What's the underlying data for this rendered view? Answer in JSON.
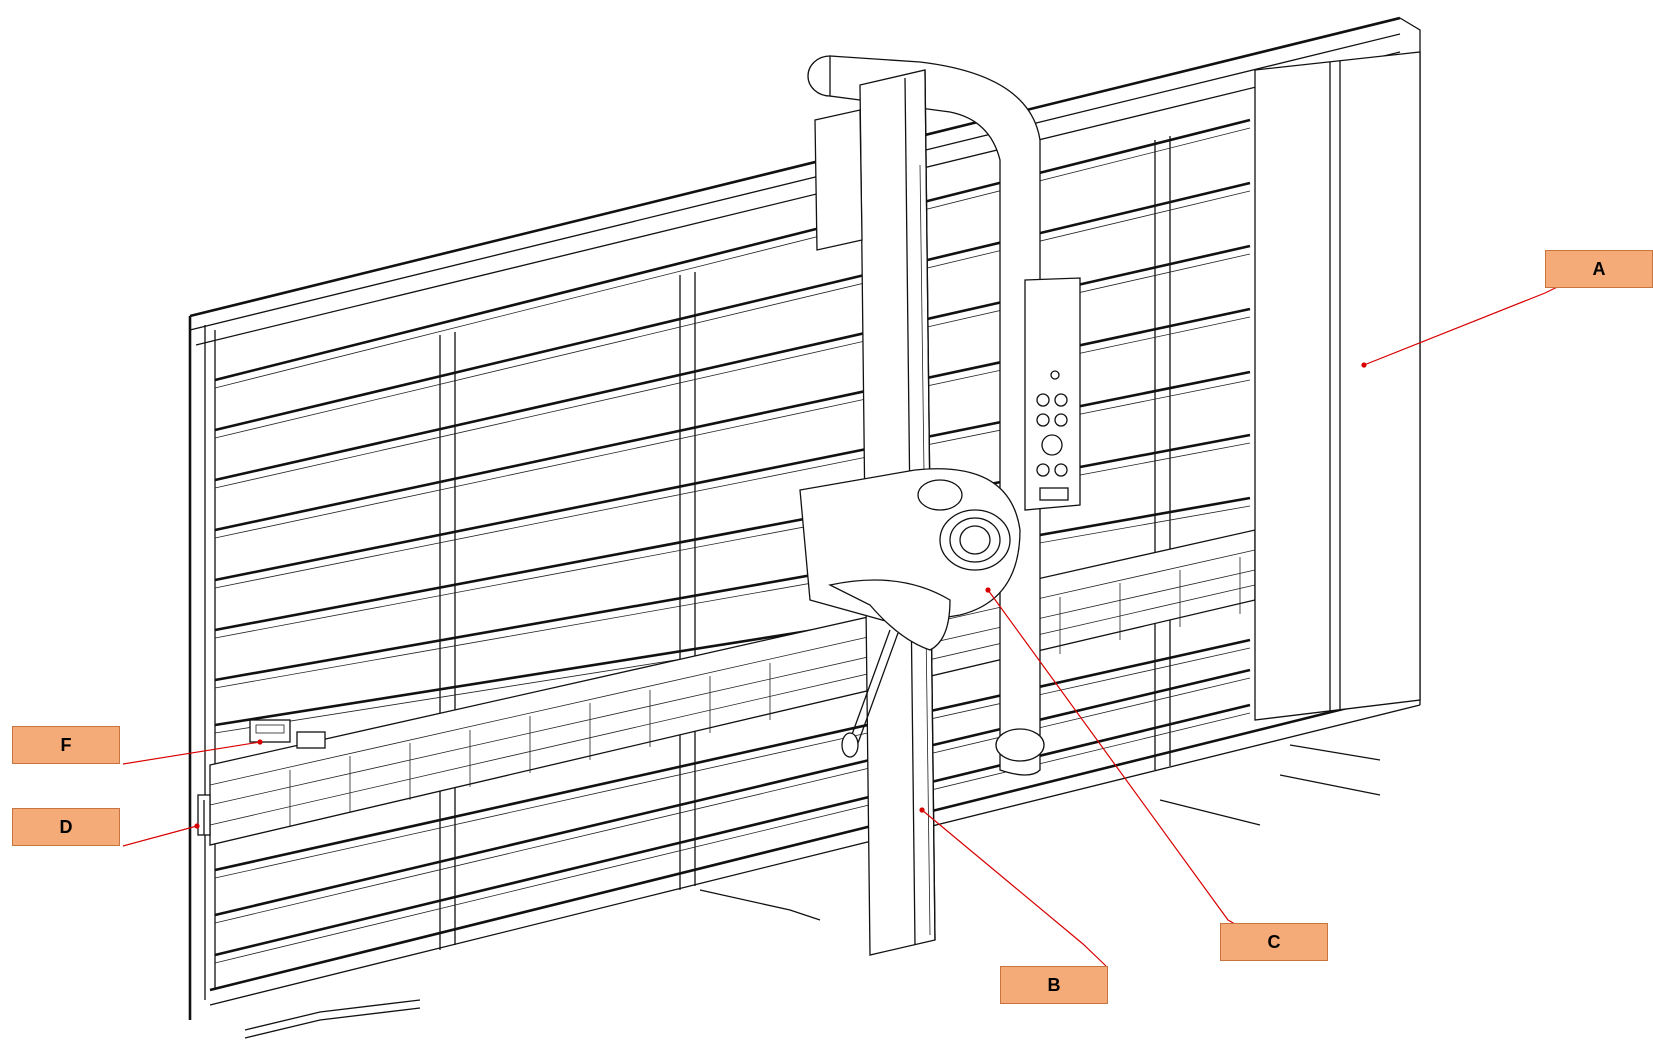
{
  "figure": {
    "callouts": [
      {
        "id": "A",
        "label": "A"
      },
      {
        "id": "B",
        "label": "B"
      },
      {
        "id": "C",
        "label": "C"
      },
      {
        "id": "D",
        "label": "D"
      },
      {
        "id": "F",
        "label": "F"
      }
    ],
    "colors": {
      "callout_fill": "#f5ab78",
      "callout_border": "#c8743e",
      "leader_line": "#d90000",
      "line_art": "#111111"
    }
  }
}
